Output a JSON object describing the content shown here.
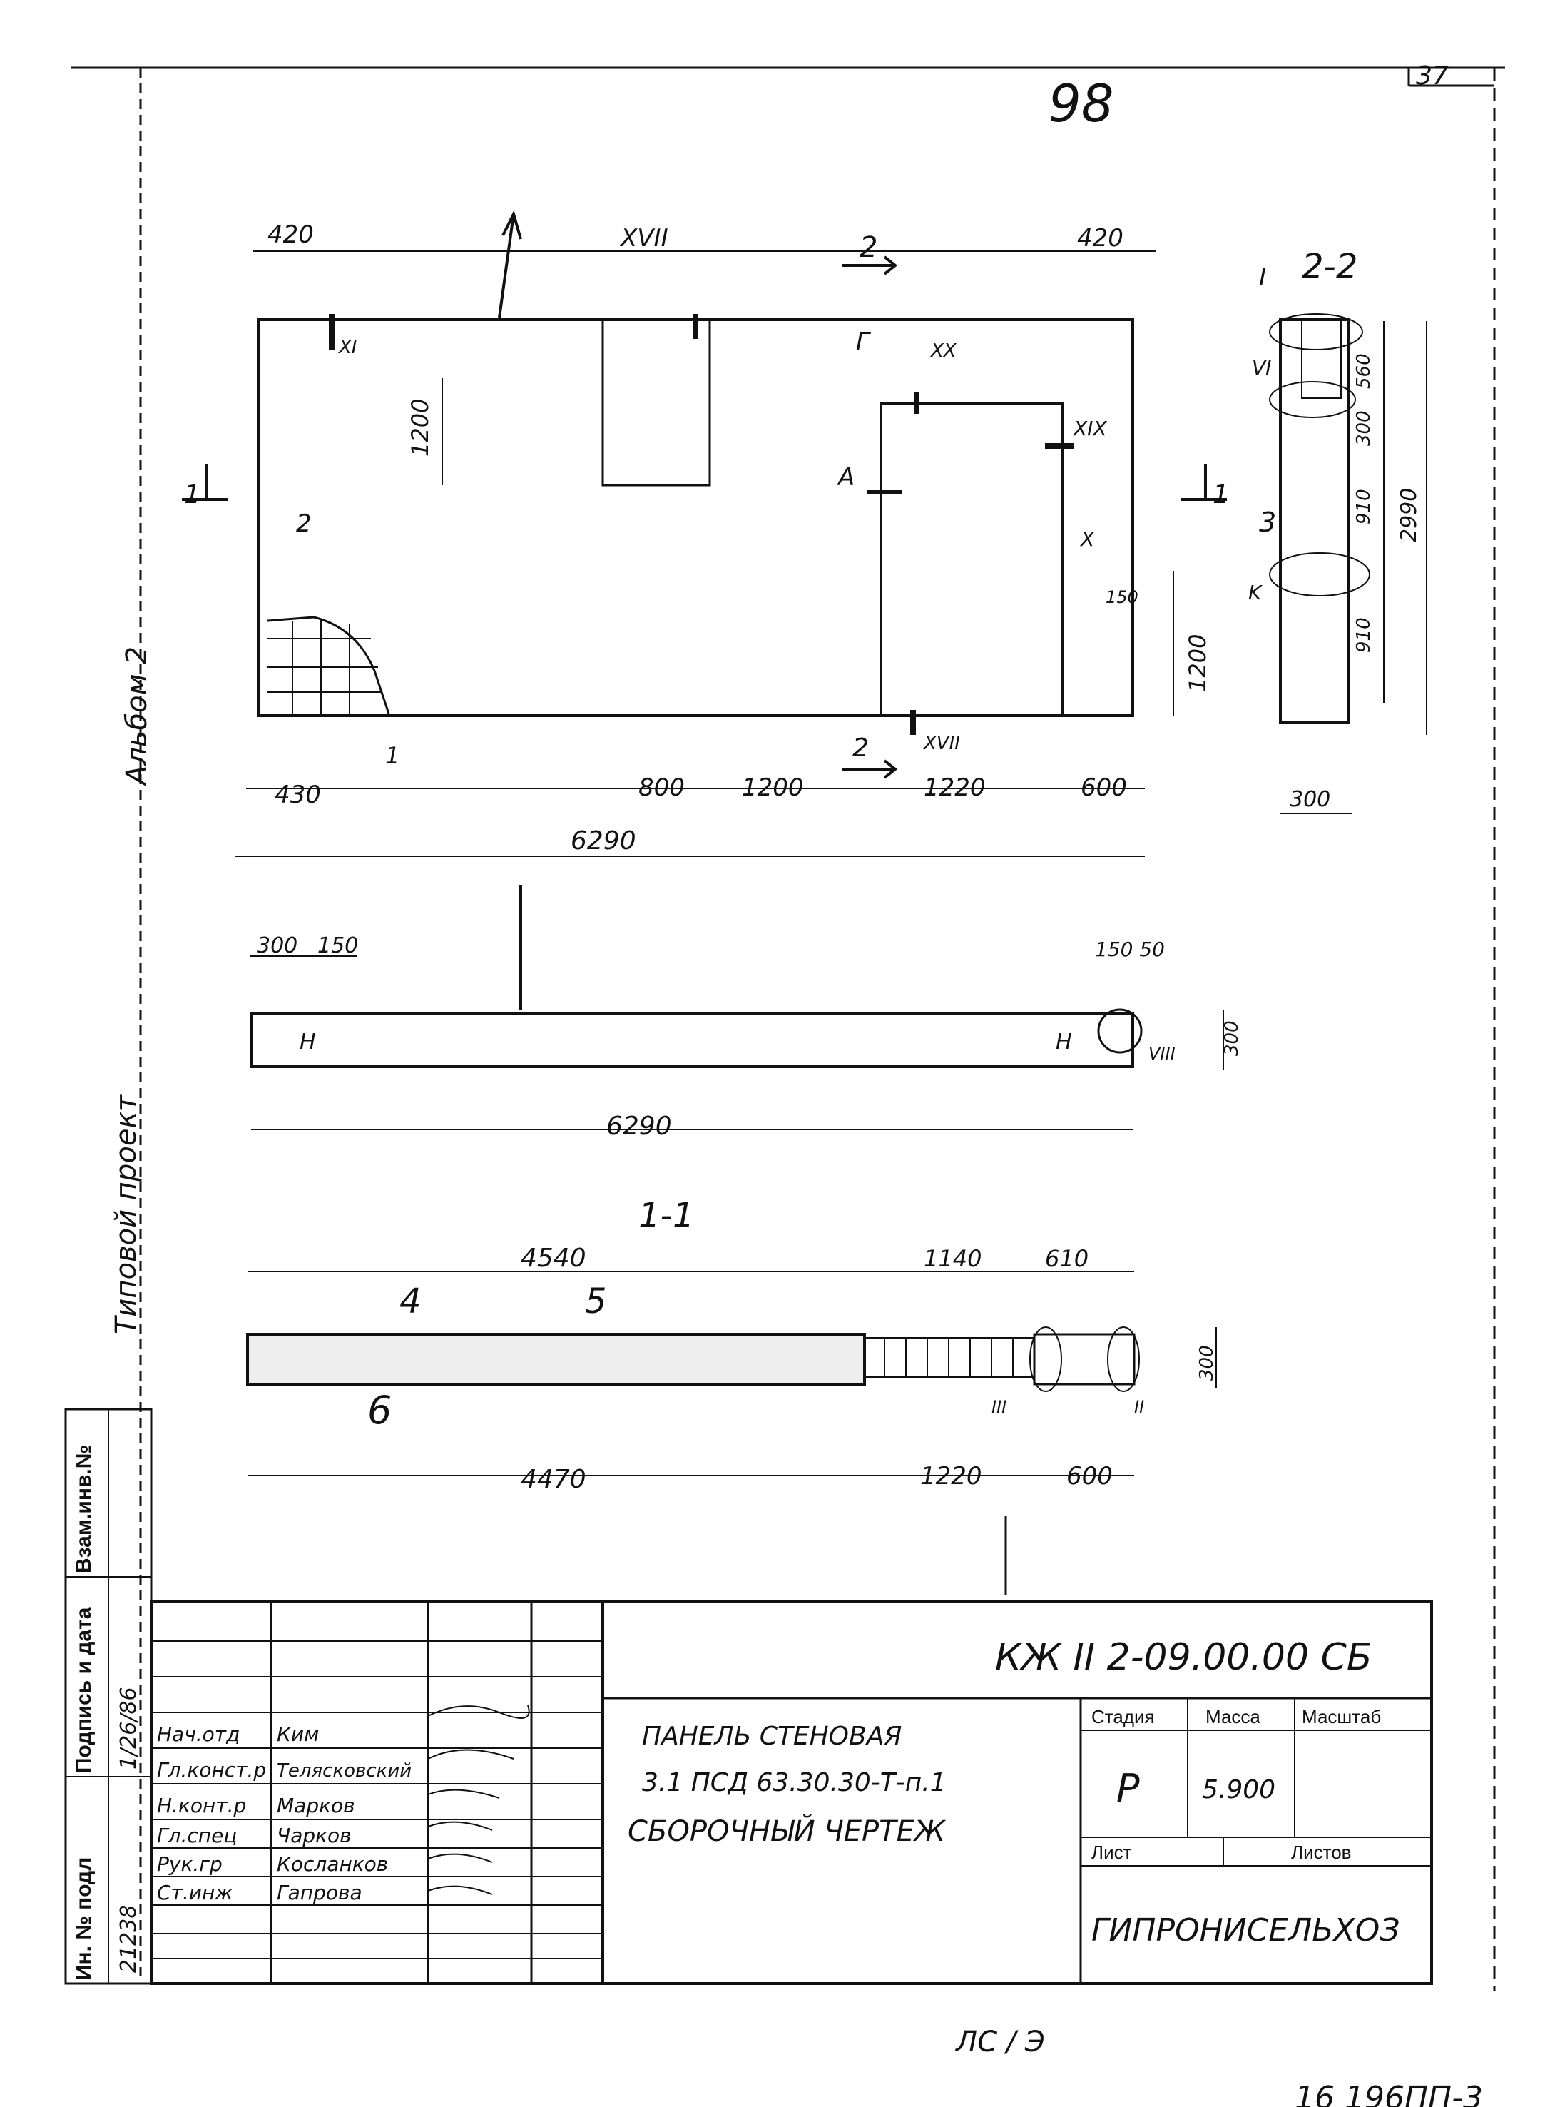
{
  "sheet": {
    "page_number": "98",
    "corner_number": "37",
    "bottom_code": "16 196ПП-3",
    "bottom_scribble": "ЛС / Э"
  },
  "side_strip": {
    "typical_project": "Типовой проект",
    "album": "Альбом 2",
    "inv_no_podl": "Ин. № подл",
    "podpis_data": "Подпись и дата",
    "vzam_inv": "Взам.инв.№",
    "inv_value": "21238",
    "date_value": "1/26/86"
  },
  "elevation": {
    "dims_top": {
      "left": "420",
      "right": "420",
      "mark_xvii_top": "XVII",
      "section_2": "2"
    },
    "dims_inner": {
      "h_window": "1200",
      "h_door_right": "1200",
      "mark_2": "2"
    },
    "dims_bottom_parts": [
      "430",
      "800",
      "1200",
      "1220",
      "600"
    ],
    "total_width": "6290",
    "marks": [
      "XI",
      "XX",
      "XIX",
      "X",
      "A",
      "Г",
      "XVII",
      "1",
      "2",
      "1"
    ],
    "door_small": "150"
  },
  "section_22": {
    "title": "2-2",
    "marks": [
      "I",
      "VI",
      "3",
      "K"
    ],
    "dims_right": [
      "560",
      "300",
      "910",
      "910"
    ],
    "overall_height": "2990",
    "width": "300"
  },
  "plan": {
    "dims_top_left": [
      "300",
      "150"
    ],
    "dims_top_right": "150 50",
    "total_width": "6290",
    "height": "300",
    "mark_viii": "VIII",
    "letter_h": "H"
  },
  "section_11": {
    "title": "1-1",
    "dims_top": [
      "4540",
      "1140",
      "610"
    ],
    "dims_bottom": [
      "4470",
      "1220",
      "600"
    ],
    "height": "300",
    "callouts": [
      "4",
      "5",
      "6"
    ],
    "marks": [
      "III",
      "II"
    ]
  },
  "title_block": {
    "doc_code": "КЖ II 2-09.00.00 СБ",
    "name_line1": "ПАНЕЛЬ СТЕНОВАЯ",
    "name_line2": "3.1 ПСД 63.30.30-Т-п.1",
    "name_line3": "СБОРОЧНЫЙ ЧЕРТЕЖ",
    "stage_label": "Стадия",
    "mass_label": "Масса",
    "scale_label": "Масштаб",
    "stage_value": "Р",
    "mass_value": "5.900",
    "sheet_label": "Лист",
    "sheets_label": "Листов",
    "organization": "ГИПРОНИСЕЛЬХОЗ",
    "roles": [
      {
        "role": "Нач.отд",
        "name": "Ким"
      },
      {
        "role": "Гл.конст.р",
        "name": "Телясковский"
      },
      {
        "role": "Н.конт.р",
        "name": "Марков"
      },
      {
        "role": "Гл.спец",
        "name": "Чарков"
      },
      {
        "role": "Рук.гр",
        "name": "Косланков"
      },
      {
        "role": "Ст.инж",
        "name": "Гапрова"
      }
    ]
  }
}
